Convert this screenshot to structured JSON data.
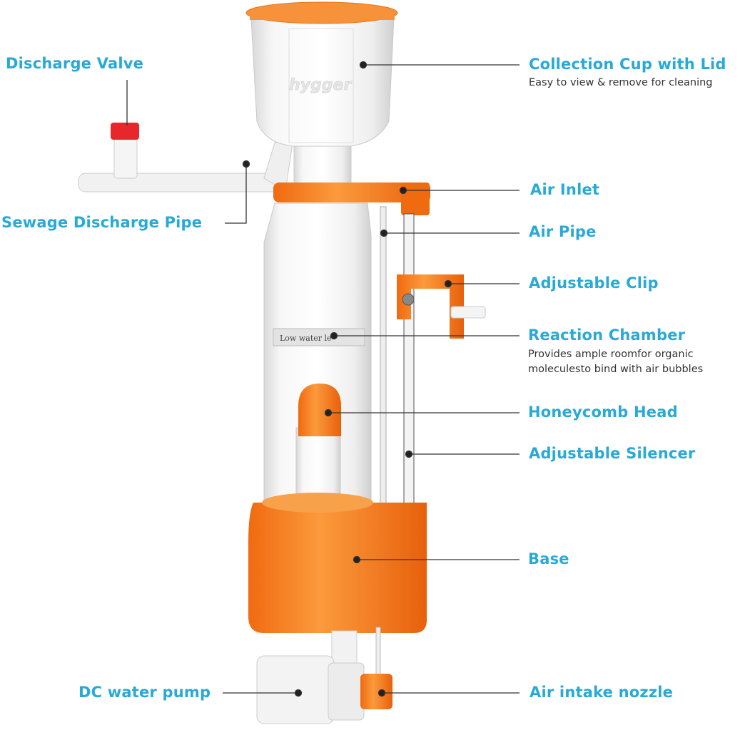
{
  "brand_logo": "hygger",
  "chamber_sticker": "Low water le",
  "colors": {
    "label": "#29a9d6",
    "accent_orange": "#f5821f",
    "valve_red": "#e8262c",
    "leader": "#333333"
  },
  "labels": {
    "discharge_valve": "Discharge Valve",
    "collection_cup": "Collection Cup with Lid",
    "collection_cup_sub": "Easy to view & remove for cleaning",
    "sewage_pipe": "Sewage Discharge Pipe",
    "air_inlet": "Air Inlet",
    "air_pipe": "Air Pipe",
    "adjustable_clip": "Adjustable Clip",
    "reaction_chamber": "Reaction Chamber",
    "reaction_chamber_sub1": "Provides ample roomfor organic",
    "reaction_chamber_sub2": "moleculesto bind with air bubbles",
    "honeycomb_head": "Honeycomb Head",
    "adjustable_silencer": "Adjustable Silencer",
    "base": "Base",
    "dc_pump": "DC water pump",
    "air_intake": "Air intake nozzle"
  }
}
